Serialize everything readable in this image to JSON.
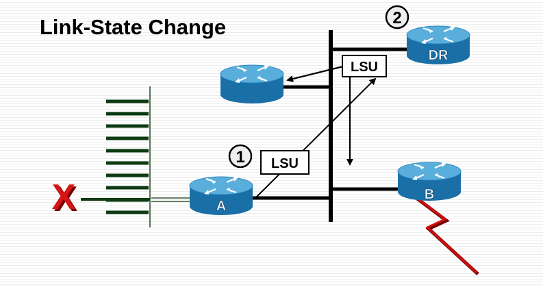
{
  "title": "Link-State Change",
  "step_badges": [
    "1",
    "2"
  ],
  "lsu_labels": {
    "first": "LSU",
    "second": "LSU"
  },
  "routers": {
    "a": {
      "label": "A"
    },
    "b": {
      "label": "B"
    },
    "dr": {
      "label": "DR"
    },
    "other": {
      "label": ""
    }
  },
  "failed_link_marker": "X",
  "colors": {
    "router_blue": "#1f7bb5",
    "router_top": "#55a8d8",
    "lan_green": "#0d3a10",
    "serial_link_red": "#d10f0f",
    "failed_marker_red": "#cc1111"
  },
  "icons": [
    "router-icon",
    "failed-link-x-icon",
    "serial-link-bolt-icon"
  ]
}
